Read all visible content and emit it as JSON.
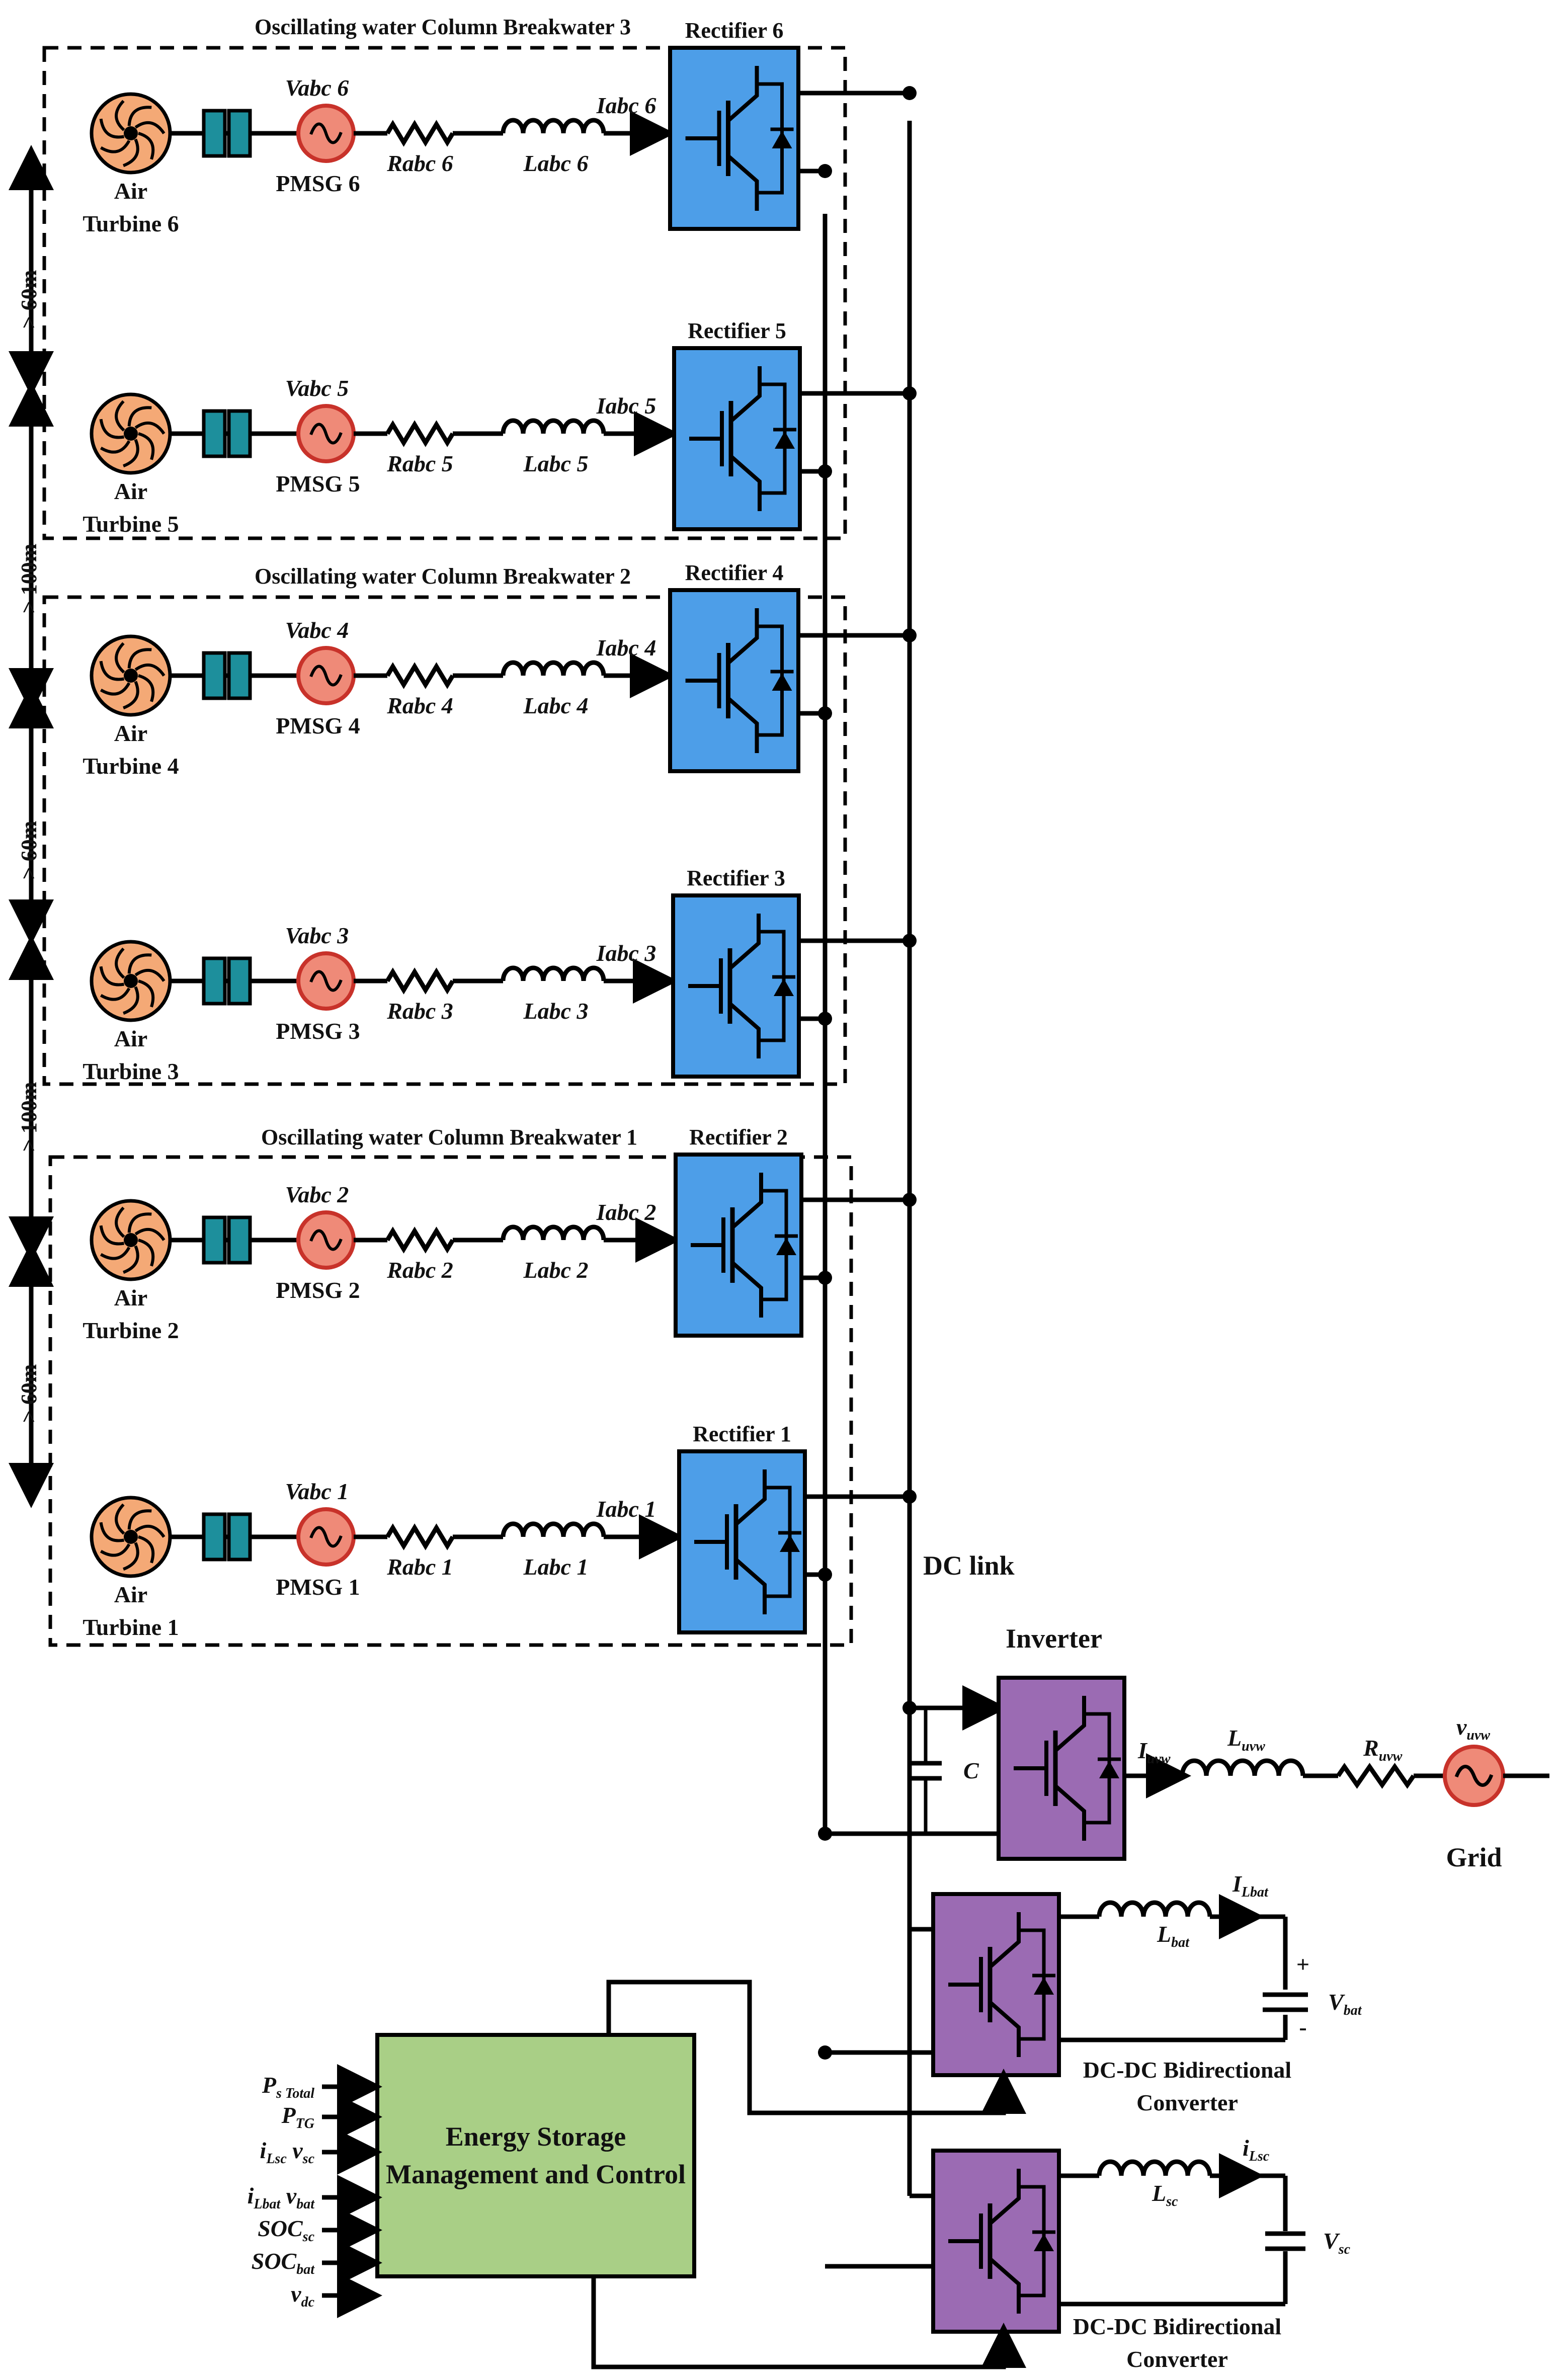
{
  "breakwaters": [
    {
      "title": "Oscillating water Column Breakwater 3"
    },
    {
      "title": "Oscillating water Column Breakwater 2"
    },
    {
      "title": "Oscillating water Column Breakwater 1"
    }
  ],
  "units": [
    {
      "turbine_line1": "Air",
      "turbine_line2": "Turbine 6",
      "pmsg": "PMSG 6",
      "vabc": "Vabc 6",
      "rabc": "Rabc 6",
      "labc": "Labc 6",
      "iabc": "Iabc 6",
      "rectifier": "Rectifier 6"
    },
    {
      "turbine_line1": "Air",
      "turbine_line2": "Turbine 5",
      "pmsg": "PMSG 5",
      "vabc": "Vabc 5",
      "rabc": "Rabc 5",
      "labc": "Labc 5",
      "iabc": "Iabc 5",
      "rectifier": "Rectifier 5"
    },
    {
      "turbine_line1": "Air",
      "turbine_line2": "Turbine 4",
      "pmsg": "PMSG 4",
      "vabc": "Vabc 4",
      "rabc": "Rabc 4",
      "labc": "Labc 4",
      "iabc": "Iabc 4",
      "rectifier": "Rectifier 4"
    },
    {
      "turbine_line1": "Air",
      "turbine_line2": "Turbine 3",
      "pmsg": "PMSG 3",
      "vabc": "Vabc 3",
      "rabc": "Rabc 3",
      "labc": "Labc 3",
      "iabc": "Iabc 3",
      "rectifier": "Rectifier 3"
    },
    {
      "turbine_line1": "Air",
      "turbine_line2": "Turbine 2",
      "pmsg": "PMSG 2",
      "vabc": "Vabc 2",
      "rabc": "Rabc 2",
      "labc": "Labc 2",
      "iabc": "Iabc 2",
      "rectifier": "Rectifier 2"
    },
    {
      "turbine_line1": "Air",
      "turbine_line2": "Turbine 1",
      "pmsg": "PMSG 1",
      "vabc": "Vabc 1",
      "rabc": "Rabc 1",
      "labc": "Labc 1",
      "iabc": "Iabc 1",
      "rectifier": "Rectifier 1"
    }
  ],
  "distances": [
    "> 60m",
    "> 100m",
    "> 60m",
    "> 100m",
    "> 60m"
  ],
  "dc_link": "DC link",
  "inverter": {
    "title": "Inverter",
    "capacitor": "C",
    "current": "I",
    "current_sub": "uvw",
    "inductor": "L",
    "inductor_sub": "uvw",
    "resistor": "R",
    "resistor_sub": "uvw",
    "source": "v",
    "source_sub": "uvw",
    "grid": "Grid"
  },
  "battery": {
    "current": "I",
    "current_sub": "Lbat",
    "inductor": "L",
    "inductor_sub": "bat",
    "plus": "+",
    "minus": "-",
    "voltage": "V",
    "voltage_sub": "bat",
    "converter_line1": "DC-DC Bidirectional",
    "converter_line2": "Converter"
  },
  "supercap": {
    "current": "i",
    "current_sub": "Lsc",
    "inductor": "L",
    "inductor_sub": "sc",
    "voltage": "V",
    "voltage_sub": "sc",
    "converter_line1": "DC-DC Bidirectional",
    "converter_line2": "Converter"
  },
  "esm": {
    "line1": "Energy Storage",
    "line2": "Management and Control"
  },
  "esm_inputs": [
    {
      "m1": "P",
      "s1": "s Total",
      "m2": "",
      "s2": ""
    },
    {
      "m1": "P",
      "s1": "TG",
      "m2": "",
      "s2": ""
    },
    {
      "m1": "i",
      "s1": "Lsc",
      "m2": "v",
      "s2": "sc"
    },
    {
      "m1": "i",
      "s1": "Lbat",
      "m2": "v",
      "s2": "bat"
    },
    {
      "m1": "SOC",
      "s1": "sc",
      "m2": "",
      "s2": ""
    },
    {
      "m1": "SOC",
      "s1": "bat",
      "m2": "",
      "s2": ""
    },
    {
      "m1": "v",
      "s1": "dc",
      "m2": "",
      "s2": ""
    }
  ],
  "colors": {
    "turbine": "#f4a976",
    "coupling": "#1d8f9c",
    "pmsg": "#ef8a78",
    "rectifier": "#4d9ee8",
    "converter": "#9b6bb3",
    "controller": "#a9cf86",
    "wire": "#000000"
  }
}
